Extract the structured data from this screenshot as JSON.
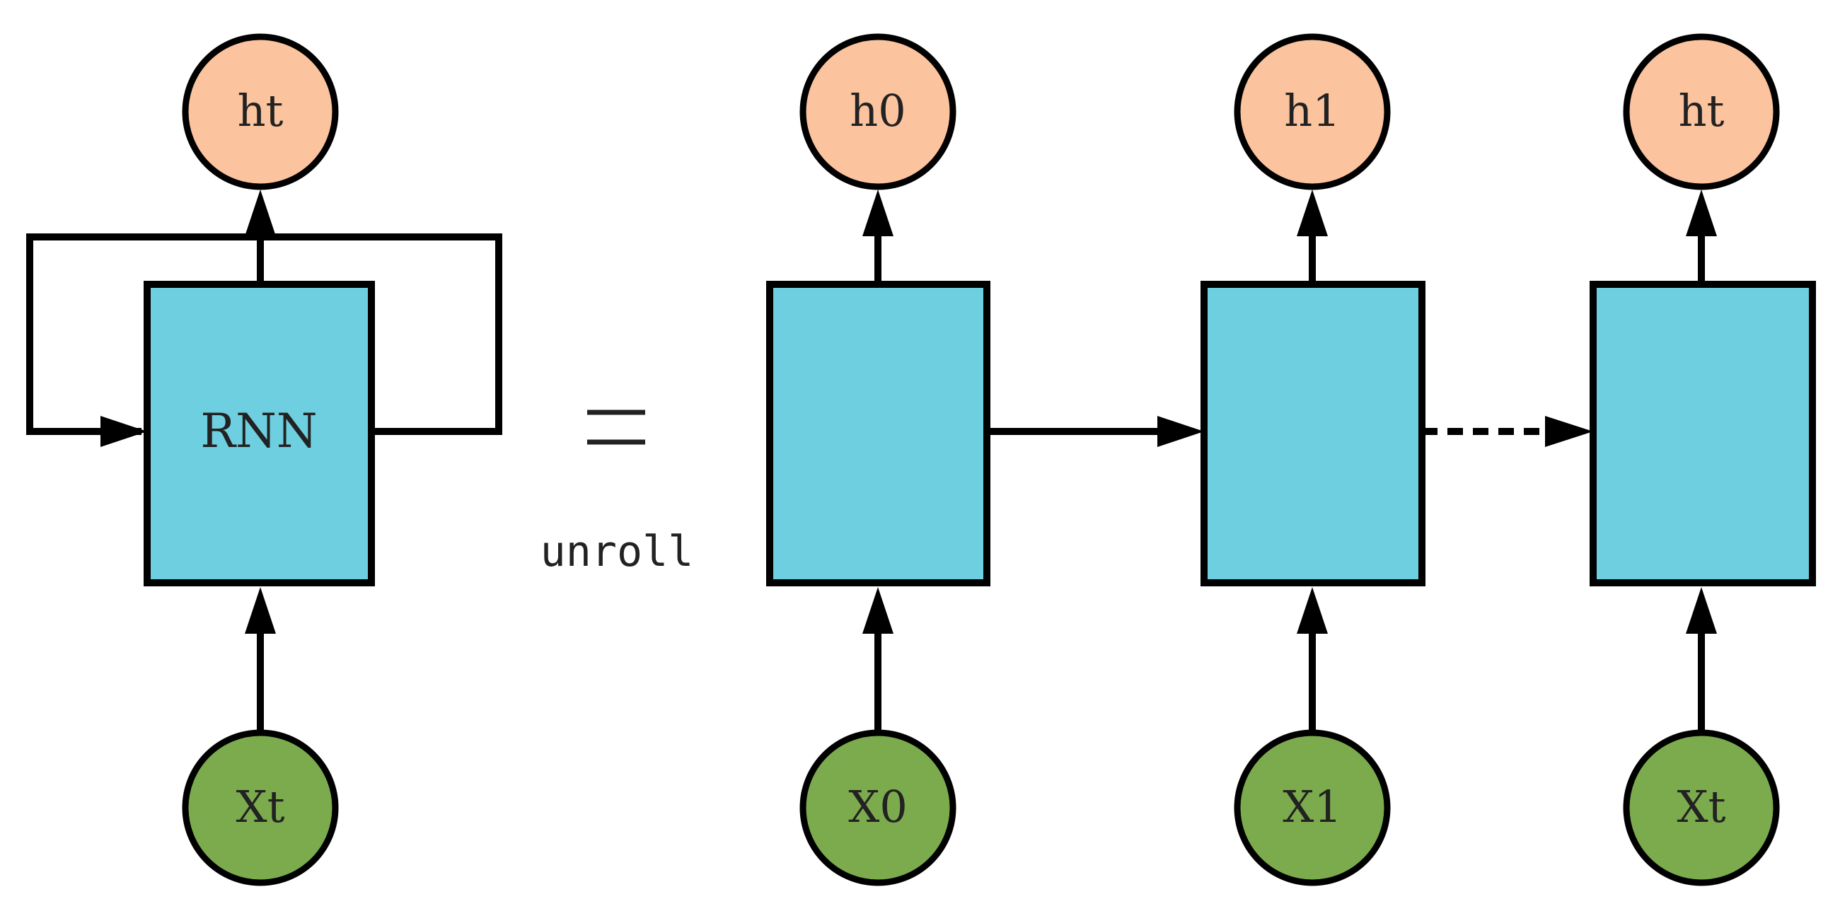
{
  "diagram": {
    "folded": {
      "cell_label": "RNN",
      "output_label": "ht",
      "input_label": "Xt"
    },
    "operator": {
      "symbol": "=",
      "caption": "unroll"
    },
    "unrolled": [
      {
        "output_label": "h0",
        "input_label": "X0"
      },
      {
        "output_label": "h1",
        "input_label": "X1"
      },
      {
        "output_label": "ht",
        "input_label": "Xt"
      }
    ],
    "colors": {
      "cell_fill": "#6ecfe0",
      "output_fill": "#fbc39e",
      "input_fill": "#7cab4e",
      "stroke": "#000000"
    }
  }
}
